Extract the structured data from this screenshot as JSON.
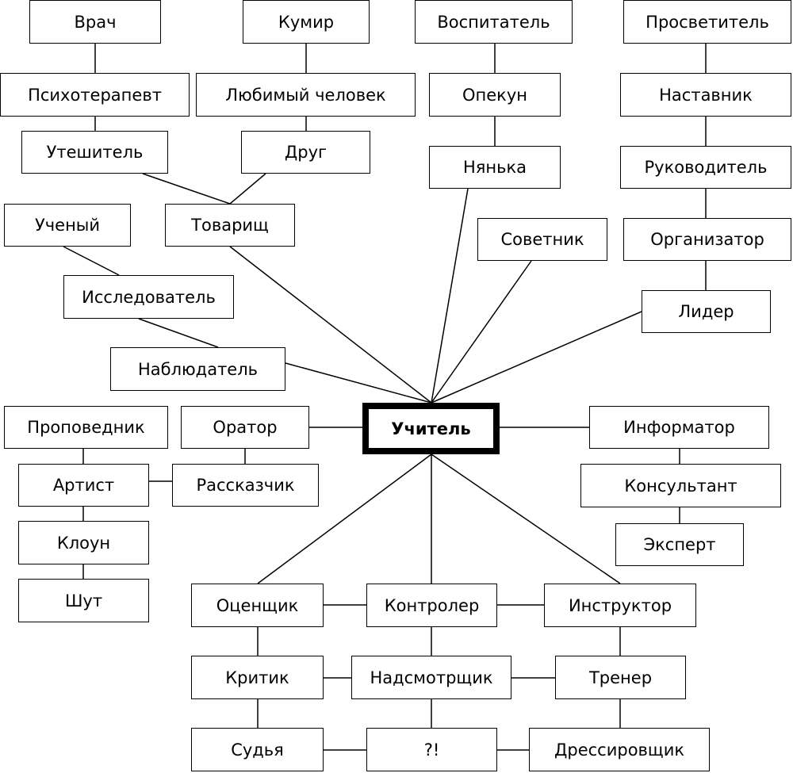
{
  "diagram": {
    "center": "Учитель",
    "nodes": {
      "vrach": "Врач",
      "kumir": "Кумир",
      "vospitatel": "Воспитатель",
      "prosvetitel": "Просветитель",
      "psihoterapevt": "Психотерапевт",
      "lyubimy": "Любимый человек",
      "opekun": "Опекун",
      "nastavnik": "Наставник",
      "uteshitel": "Утешитель",
      "drug": "Друг",
      "nyanka": "Нянька",
      "rukovoditel": "Руководитель",
      "ucheny": "Ученый",
      "tovarisch": "Товарищ",
      "sovetnik": "Советник",
      "organizator": "Организатор",
      "issledovatel": "Исследователь",
      "lider": "Лидер",
      "nablyudatel": "Наблюдатель",
      "propovednik": "Проповедник",
      "orator": "Оратор",
      "informator": "Информатор",
      "artist": "Артист",
      "rasskazchik": "Рассказчик",
      "konsultant": "Консультант",
      "kloun": "Клоун",
      "ekspert": "Эксперт",
      "shut": "Шут",
      "otsenschik": "Оценщик",
      "kontroler": "Контролер",
      "instruktor": "Инструктор",
      "kritik": "Критик",
      "nadsmotrschik": "Надсмотрщик",
      "trener": "Тренер",
      "sudya": "Судья",
      "question": "?!",
      "dressirovschik": "Дрессировщик"
    }
  }
}
